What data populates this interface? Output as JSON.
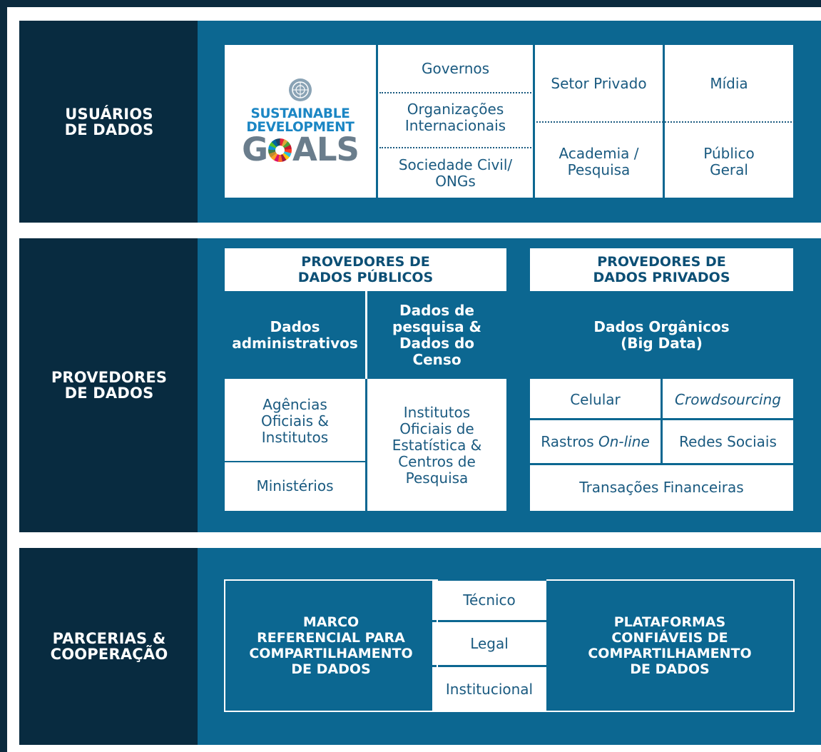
{
  "sections": {
    "users": {
      "label": "USUÁRIOS\nDE DADOS",
      "logo": {
        "line1": "SUSTAINABLE",
        "line2": "DEVELOPMENT",
        "goals_g": "G",
        "goals_rest": "ALS",
        "emblem": "un-emblem-icon",
        "wheel": "sdg-wheel-icon"
      },
      "groups": [
        "Governos",
        "Organizações\nInternacionais",
        "Sociedade Civil/\nONGs",
        "Setor Privado",
        "Mídia",
        "Academia /\nPesquisa",
        "Público\nGeral"
      ]
    },
    "providers": {
      "label": "PROVEDORES\nDE DADOS",
      "public": {
        "title": "PROVEDORES DE\nDADOS PÚBLICOS",
        "admin": "Dados\nadministrativos",
        "survey": "Dados de\npesquisa &\nDados do\nCenso",
        "agencies": "Agências\nOficiais &\nInstitutos",
        "ministries": "Ministérios",
        "institutes": "Institutos\nOficiais de\nEstatística &\nCentros de\nPesquisa"
      },
      "private": {
        "title": "PROVEDORES DE\nDADOS PRIVADOS",
        "organic": "Dados Orgânicos\n(Big Data)",
        "mobile": "Celular",
        "crowdsourcing": "Crowdsourcing",
        "traces_prefix": "Rastros ",
        "traces_italic": "On-line",
        "social": "Redes Sociais",
        "financial": "Transações Financeiras"
      }
    },
    "partnerships": {
      "label": "PARCERIAS &\nCOOPERAÇÃO",
      "framework": "MARCO\nREFERENCIAL PARA\nCOMPARTILHAMENTO\nDE DADOS",
      "technical": "Técnico",
      "legal": "Legal",
      "institutional": "Institucional",
      "platforms": "PLATAFORMAS\nCONFIÁVEIS DE\nCOMPARTILHAMENTO\nDE DADOS"
    }
  }
}
